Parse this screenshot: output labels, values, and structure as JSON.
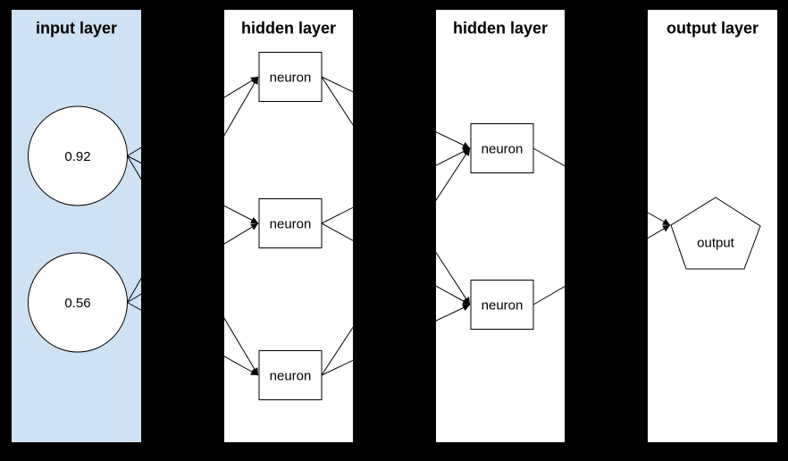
{
  "colors": {
    "background": "#000000",
    "input_panel": "#cfe2f3",
    "panel": "#ffffff",
    "stroke": "#000000"
  },
  "layers": [
    {
      "title": "input layer",
      "nodes": [
        {
          "label": "0.92",
          "shape": "circle"
        },
        {
          "label": "0.56",
          "shape": "circle"
        }
      ]
    },
    {
      "title": "hidden layer",
      "nodes": [
        {
          "label": "neuron",
          "shape": "rect"
        },
        {
          "label": "neuron",
          "shape": "rect"
        },
        {
          "label": "neuron",
          "shape": "rect"
        }
      ]
    },
    {
      "title": "hidden layer",
      "nodes": [
        {
          "label": "neuron",
          "shape": "rect"
        },
        {
          "label": "neuron",
          "shape": "rect"
        }
      ]
    },
    {
      "title": "output layer",
      "nodes": [
        {
          "label": "output",
          "shape": "pentagon"
        }
      ]
    }
  ],
  "connections": [
    {
      "from": "input.0.92",
      "to": "hidden1.neuron1"
    },
    {
      "from": "input.0.92",
      "to": "hidden1.neuron2"
    },
    {
      "from": "input.0.92",
      "to": "hidden1.neuron3"
    },
    {
      "from": "input.0.56",
      "to": "hidden1.neuron1"
    },
    {
      "from": "input.0.56",
      "to": "hidden1.neuron2"
    },
    {
      "from": "input.0.56",
      "to": "hidden1.neuron3"
    },
    {
      "from": "hidden1.neuron1",
      "to": "hidden2.neuron1"
    },
    {
      "from": "hidden1.neuron1",
      "to": "hidden2.neuron2"
    },
    {
      "from": "hidden1.neuron2",
      "to": "hidden2.neuron1"
    },
    {
      "from": "hidden1.neuron2",
      "to": "hidden2.neuron2"
    },
    {
      "from": "hidden1.neuron3",
      "to": "hidden2.neuron1"
    },
    {
      "from": "hidden1.neuron3",
      "to": "hidden2.neuron2"
    },
    {
      "from": "hidden2.neuron1",
      "to": "output.output"
    },
    {
      "from": "hidden2.neuron2",
      "to": "output.output"
    }
  ]
}
